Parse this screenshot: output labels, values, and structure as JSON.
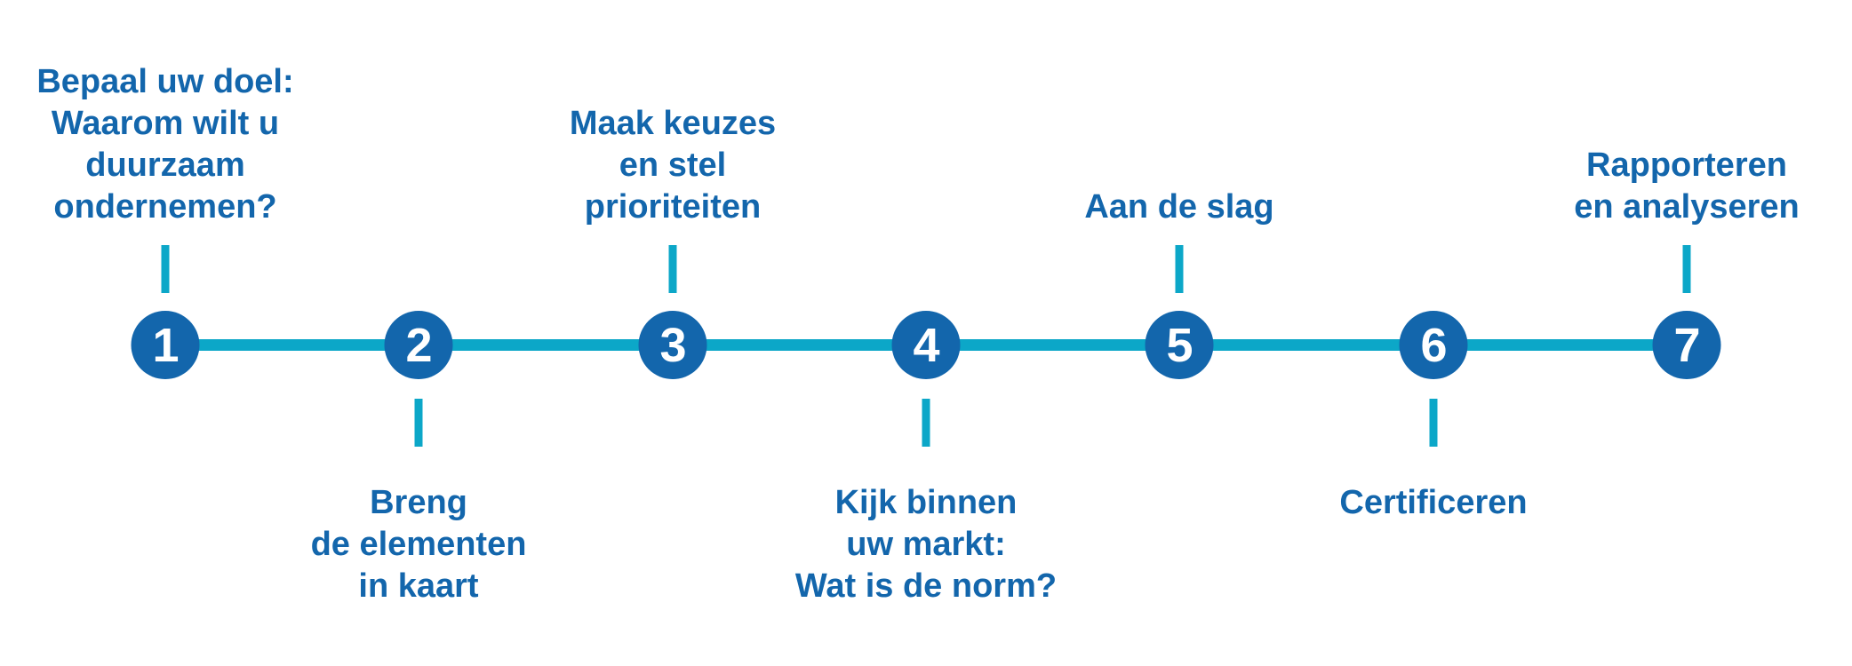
{
  "colors": {
    "accent_blue": "#1366AC",
    "accent_teal": "#0CA7C8",
    "number_text": "#ffffff"
  },
  "timeline": {
    "steps": [
      {
        "number": "1",
        "label": "Bepaal uw doel:\nWaarom wilt u\nduurzaam\nondernemen?",
        "label_position": "above"
      },
      {
        "number": "2",
        "label": "Breng\nde elementen\nin kaart",
        "label_position": "below"
      },
      {
        "number": "3",
        "label": "Maak keuzes\nen stel\nprioriteiten",
        "label_position": "above"
      },
      {
        "number": "4",
        "label": "Kijk binnen\nuw markt:\nWat is de norm?",
        "label_position": "below"
      },
      {
        "number": "5",
        "label": "Aan de slag",
        "label_position": "above"
      },
      {
        "number": "6",
        "label": "Certificeren",
        "label_position": "below"
      },
      {
        "number": "7",
        "label": "Rapporteren\nen analyseren",
        "label_position": "above"
      }
    ]
  }
}
